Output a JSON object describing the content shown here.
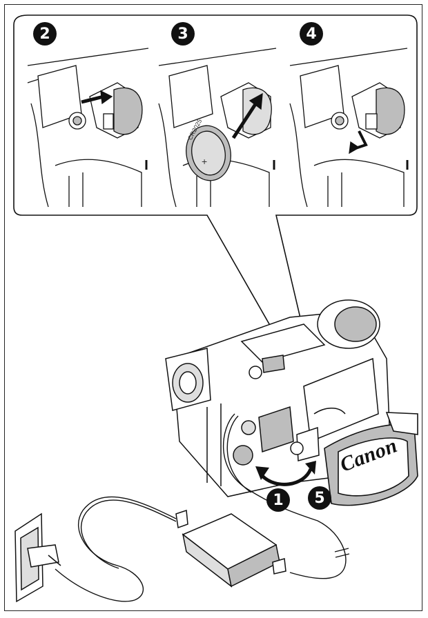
{
  "steps": {
    "s1": "1",
    "s2": "2",
    "s3": "3",
    "s4": "4",
    "s5": "5"
  },
  "battery_label": "CR2025",
  "battery_polarity": "+",
  "brand": "Canon",
  "colors": {
    "line": "#111111",
    "shade": "#bdbdbd",
    "light_shade": "#dedede",
    "badge": "#111111"
  }
}
